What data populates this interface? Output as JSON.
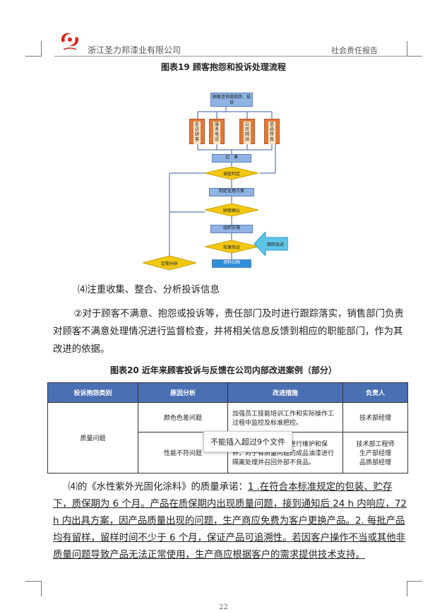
{
  "header": {
    "company": "浙江圣力邦漆业有限公司",
    "report": "社会责任报告"
  },
  "figure19": {
    "caption": "图表19 顾客抱怨和投诉处理流程",
    "nodes": {
      "top": "顾客咨询或抱怨、投诉",
      "channels": [
        "走访顾客",
        "服务电话",
        "公司网站",
        "信函传真"
      ],
      "record": "记　录",
      "investigate": "调查判定",
      "plan": "制定处理方案",
      "confirm": "顾客确认",
      "implement": "组织实施",
      "verify": "效果验证",
      "archive": "资料归档",
      "analyze": "定期分析",
      "improve": "跟踪改进"
    }
  },
  "p1": "⑷注重收集、整合、分析投诉信息",
  "p2": "②对于顾客不满意、抱怨或投诉等，责任部门及时进行跟踪落实，销售部门负责对顾客不满意处理情况进行监督检查，并将相关信息反馈到相应的职能部门，作为其改进的依据。",
  "figure20": {
    "caption": "图表20 近年来顾客投诉与反馈在公司内部改进案例（部分）",
    "headers": [
      "投诉抱怨类别",
      "原因分析",
      "改进措施",
      "负责人"
    ],
    "category": "质量问题",
    "rows": [
      {
        "cause": "颜色色差问题",
        "measure": "加强员工技能培训工作和实际操作工过程中监控及标准把控。",
        "owner": "技术部经理"
      },
      {
        "cause": "性能不符问题",
        "measure": "加强技术中心对设备进行维护和保养，对于有质量问题的成品油漆进行隔离处理并召回外部不良品。",
        "owner": "技术部工程师\n生产部经理\n品质部经理"
      }
    ]
  },
  "tooltip": "不能插入超过9个文件",
  "p3": {
    "lead": "⑷的《水性紫外光固化涂料》的质量承诺：",
    "underlined": "1 .在符合本标准规定的包装、贮存下，质保期为 6 个月。产品在质保期内出现质量问题，接到通知后 24 h 内响应，72 h 内出具方案，因产品质量出现的问题，生产商应免费为客户更换产品。2. 每批产品均有留样，留样时间不少于 6 个月，保证产品可追溯性。若因客户操作不当或其他非质量问题导致产品无法正常使用，生产商应根据客户的需求提供技术支持。"
  },
  "page_number": "22",
  "colors": {
    "table_header": "#4a6fb3",
    "flow_box": "#8fb4e3",
    "flow_diamond": "#f2c811",
    "flow_channel": "#e07a3a"
  }
}
